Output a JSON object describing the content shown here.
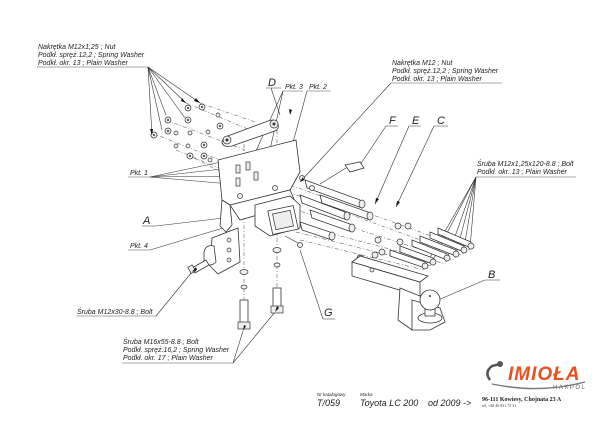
{
  "callouts": {
    "top_left_nut": {
      "lines": [
        "Nakrętka  M12x1,25 ; Nut",
        "Podkł. spręż.12,2 ; Spring Washer",
        "Podkł. okr. 13 ; Plain Washer"
      ]
    },
    "top_mid_nut": {
      "lines": [
        "Nakrętka  M12 ; Nut",
        "Podkł. spręż.12,2 ; Spring Washer",
        "Podkł. okr. 13 ; Plain Washer"
      ]
    },
    "right_bolt": {
      "lines": [
        "Śruba M12x1,25x120-8.8 ;  Bolt",
        "Podkł. okr. 13 ; Plain Washer"
      ]
    },
    "bottom_bolt": {
      "lines": [
        "Śruba M16x55-8.8 ;  Bolt",
        "Podkł. spręż.16,2 ; Spring Washer",
        "Podkł. okr. 17 ; Plain Washer"
      ]
    },
    "left_bolt": {
      "lines": [
        "Śruba M12x30-8.8 ;  Bolt"
      ]
    }
  },
  "points": {
    "pkt1": "Pkt. 1",
    "pkt2": "Pkt. 2",
    "pkt3": "Pkt. 3",
    "pkt4": "Pkt. 4"
  },
  "part_letters": {
    "A": "A",
    "B": "B",
    "C": "C",
    "D": "D",
    "E": "E",
    "F": "F",
    "G": "G"
  },
  "footer": {
    "catalog_label": "Nr katalogowy",
    "catalog_value": "T/059",
    "brand_label": "Marka",
    "brand_value": "Toyota LC 200",
    "year_value": "od 2009 ->",
    "logo_text": "IMIOŁA",
    "logo_sub": "HAKPOL",
    "address": "96-111 Kowiesy, Chojnata 23 A",
    "phone": "tel. +48 46 831 75 31",
    "logo_color": "#e8501f"
  }
}
